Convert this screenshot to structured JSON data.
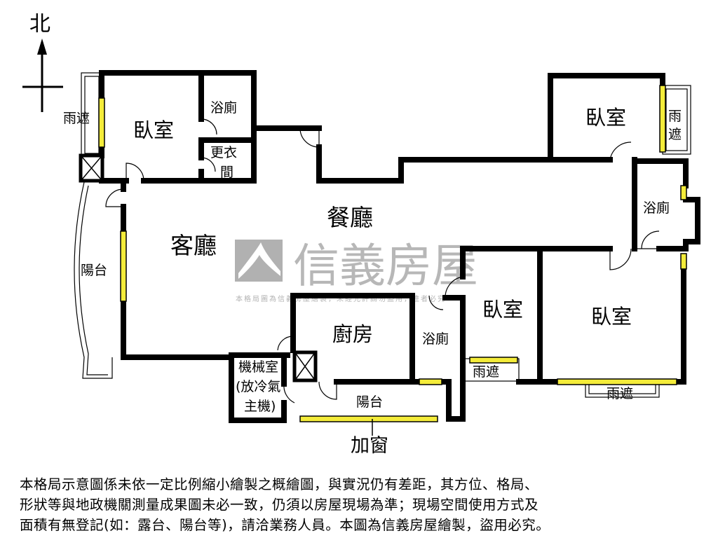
{
  "compass": {
    "north_label": "北"
  },
  "rooms": {
    "living_room": "客廳",
    "dining_room": "餐廳",
    "bedroom_nw": "臥室",
    "bedroom_ne": "臥室",
    "bedroom_mid": "臥室",
    "bedroom_se": "臥室",
    "bathroom_nw": "浴廁",
    "bathroom_e": "浴廁",
    "bathroom_mid": "浴廁",
    "closet_line1": "更衣",
    "closet_line2": "間",
    "kitchen": "廚房",
    "balcony_w": "陽台",
    "balcony_s": "陽台",
    "mech_line1": "機械室",
    "mech_line2": "(放冷氣",
    "mech_line3": "主機)",
    "awning_nw": "雨遮",
    "awning_ne_1": "雨",
    "awning_ne_2": "遮",
    "awning_mid": "雨遮",
    "awning_se": "雨遮",
    "added_window": "加窗"
  },
  "watermark": {
    "brand": "信義房屋",
    "notice": "本格局圖為信義房屋繪製，未經允許請勿盜用，違者必究",
    "logo_color": "#a9a9a9"
  },
  "colors": {
    "window": "#f4ec3a",
    "wall": "#000000"
  },
  "disclaimer": [
    "本格局示意圖係未依一定比例縮小繪製之概繪圖，與實況仍有差距，其方位、格局、",
    "形狀等與地政機關測量成果圖未必一致，仍須以房屋現場為準；現場空間使用方式及",
    "面積有無登記(如：露台、陽台等)，請洽業務人員。本圖為信義房屋繪製，盜用必究。"
  ]
}
